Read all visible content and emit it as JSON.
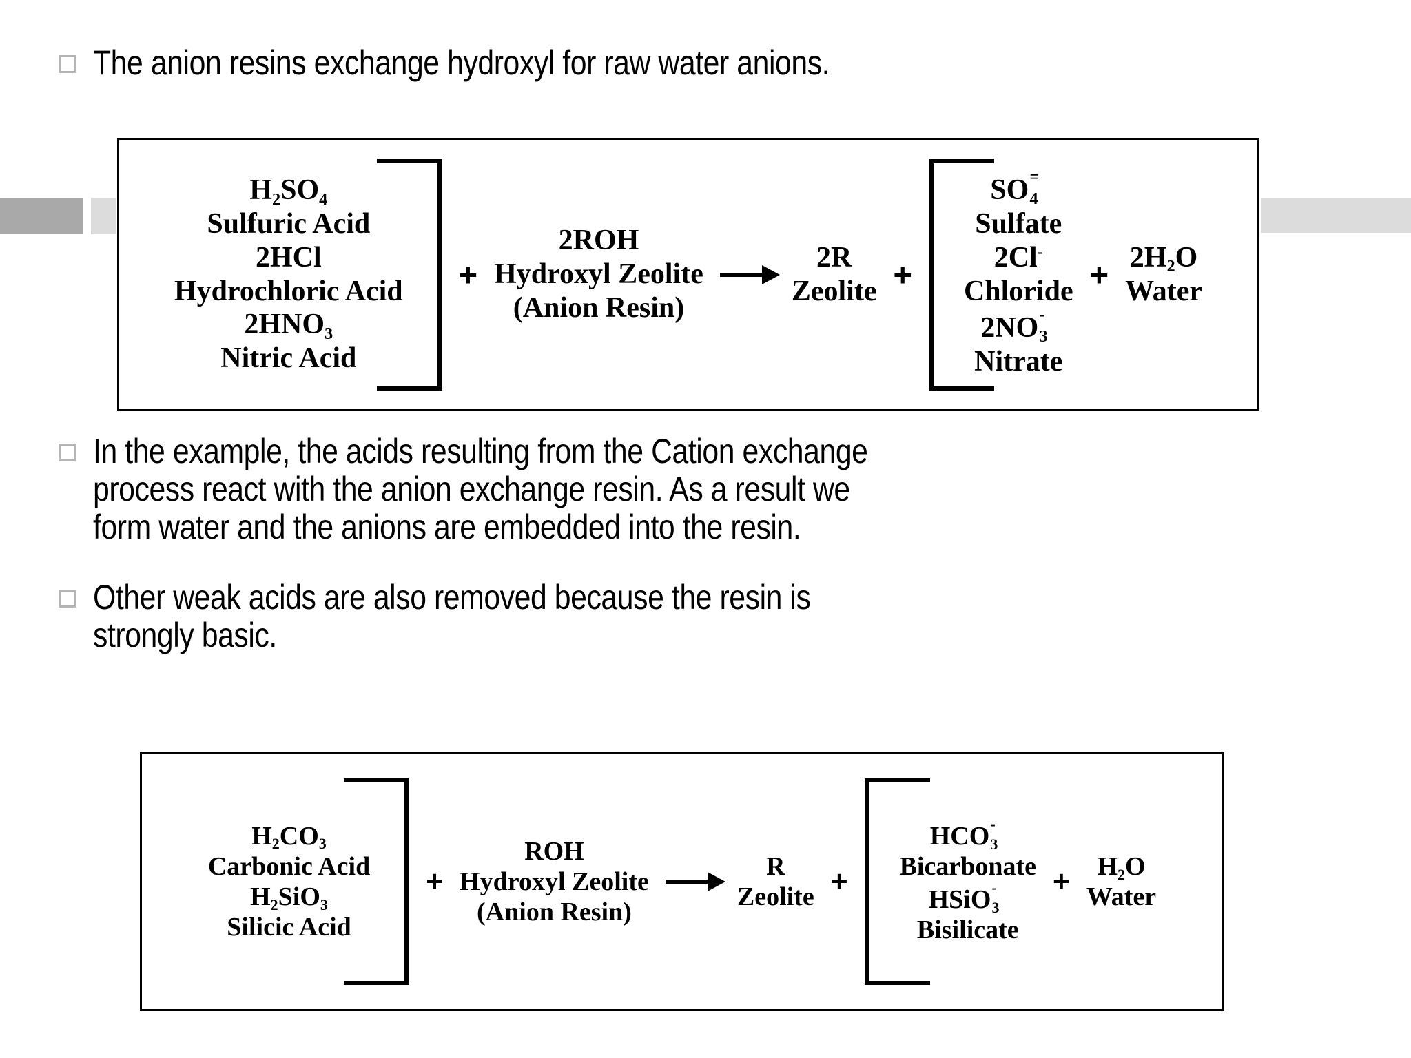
{
  "decor": {
    "left_band_color": "#a9a9a9",
    "accent_square_color": "#dcdcdc",
    "right_band_color": "#dcdcdc",
    "bullet_marker_color": "#b5b5b5"
  },
  "bullets": [
    {
      "lines": [
        "The anion resins exchange hydroxyl for raw water anions."
      ]
    },
    {
      "lines": [
        "In the example, the acids resulting from the Cation exchange",
        "process react with the anion exchange resin. As a result we",
        "form water and the anions are embedded into the resin."
      ]
    },
    {
      "lines": [
        "Other weak acids are also removed because the resin is",
        "strongly basic."
      ]
    }
  ],
  "equation1": {
    "reactants": [
      {
        "formula": [
          {
            "t": "H"
          },
          {
            "sub": "2"
          },
          {
            "t": "SO"
          },
          {
            "sub": "4"
          }
        ],
        "name": "Sulfuric Acid"
      },
      {
        "formula": [
          {
            "t": "2HCl"
          }
        ],
        "name": "Hydrochloric Acid"
      },
      {
        "formula": [
          {
            "t": "2HNO"
          },
          {
            "sub": "3"
          }
        ],
        "name": "Nitric Acid"
      }
    ],
    "plus1": "+",
    "reagent_lines": [
      "2ROH",
      "Hydroxyl Zeolite",
      "(Anion Resin)"
    ],
    "arrow": "→",
    "product_lines": [
      "2R",
      "Zeolite"
    ],
    "plus2": "+",
    "anions": [
      {
        "formula": [
          {
            "t": "SO"
          },
          {
            "sup": "=",
            "sub": "4"
          }
        ],
        "name": "Sulfate"
      },
      {
        "formula": [
          {
            "t": "2Cl"
          },
          {
            "sup": "-"
          }
        ],
        "name": "Chloride"
      },
      {
        "formula": [
          {
            "t": "2NO"
          },
          {
            "sup": "-",
            "sub": "3"
          }
        ],
        "name": "Nitrate"
      }
    ],
    "plus3": "+",
    "water": {
      "formula": [
        {
          "t": "2H"
        },
        {
          "sub": "2"
        },
        {
          "t": "O"
        }
      ],
      "name": "Water"
    }
  },
  "equation2": {
    "reactants": [
      {
        "formula": [
          {
            "t": "H"
          },
          {
            "sub": "2"
          },
          {
            "t": "CO"
          },
          {
            "sub": "3"
          }
        ],
        "name": "Carbonic Acid"
      },
      {
        "formula": [
          {
            "t": "H"
          },
          {
            "sub": "2"
          },
          {
            "t": "SiO"
          },
          {
            "sub": "3"
          }
        ],
        "name": "Silicic Acid"
      }
    ],
    "plus1": "+",
    "reagent_lines": [
      "ROH",
      "Hydroxyl Zeolite",
      "(Anion Resin)"
    ],
    "arrow": "→",
    "product_lines": [
      "R",
      "Zeolite"
    ],
    "plus2": "+",
    "anions": [
      {
        "formula": [
          {
            "t": "HCO"
          },
          {
            "sup": "-",
            "sub": "3"
          }
        ],
        "name": "Bicarbonate"
      },
      {
        "formula": [
          {
            "t": "HSiO"
          },
          {
            "sup": "-",
            "sub": "3"
          }
        ],
        "name": "Bisilicate"
      }
    ],
    "plus3": "+",
    "water": {
      "formula": [
        {
          "t": "H"
        },
        {
          "sub": "2"
        },
        {
          "t": "O"
        }
      ],
      "name": "Water"
    }
  }
}
